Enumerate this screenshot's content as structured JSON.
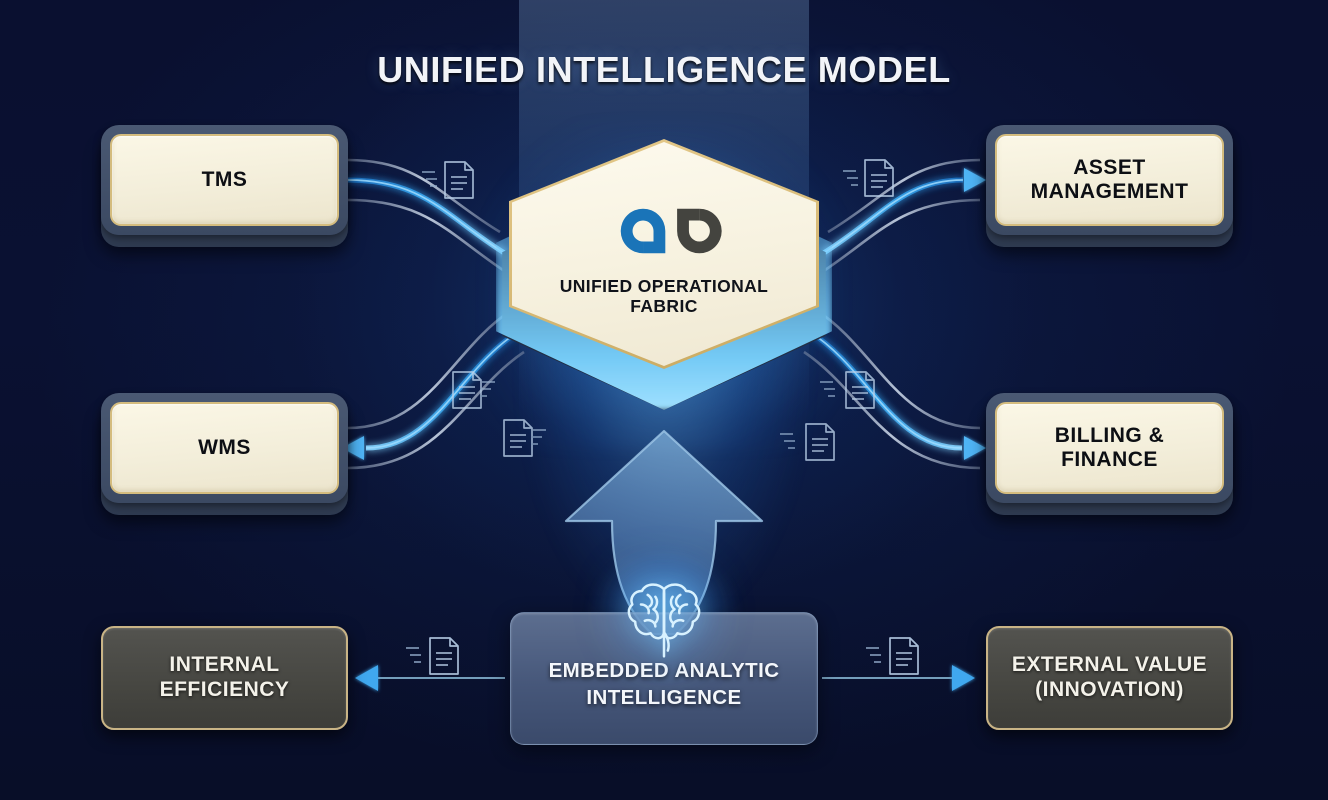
{
  "title": "UNIFIED INTELLIGENCE MODEL",
  "colors": {
    "background": "#0a1130",
    "accent_cyan": "#4fb4f5",
    "flow_blue": "#2f9de8",
    "node_cream": "#f7f2e0",
    "node_gold_border": "#d4bc7e",
    "node_base_slate": "#3b4962",
    "dark_node_fill": "#464641",
    "logo_blue": "#1a74b8",
    "logo_gray": "#44443f",
    "title_text": "#f2f4f8"
  },
  "core": {
    "label": "UNIFIED OPERATIONAL\nFABRIC",
    "logo_name": "interlocking-c-rings-logo",
    "shape": "hexagon"
  },
  "nodes": {
    "top_left": {
      "label": "TMS",
      "name": "tms"
    },
    "mid_left": {
      "label": "WMS",
      "name": "wms"
    },
    "top_right": {
      "label": "ASSET\nMANAGEMENT",
      "name": "asset-management"
    },
    "mid_right": {
      "label": "BILLING &\nFINANCE",
      "name": "billing-finance"
    },
    "bottom_left": {
      "label": "INTERNAL\nEFFICIENCY",
      "name": "internal-efficiency"
    },
    "bottom_right": {
      "label": "EXTERNAL VALUE\n(INNOVATION)",
      "name": "external-value-innovation"
    }
  },
  "analytics": {
    "label": "EMBEDDED ANALYTIC\nINTELLIGENCE",
    "icon": "brain-icon"
  },
  "flows": [
    {
      "from": "tms",
      "to": "core",
      "direction": "right",
      "icon": "document-flow-icon"
    },
    {
      "from": "core",
      "to": "asset-management",
      "direction": "right",
      "icon": "document-flow-icon"
    },
    {
      "from": "core",
      "to": "wms",
      "direction": "left",
      "icon": "document-flow-icon"
    },
    {
      "from": "core",
      "to": "billing-finance",
      "direction": "right",
      "icon": "document-flow-icon"
    },
    {
      "from": "analytics",
      "to": "internal-efficiency",
      "direction": "left",
      "icon": "document-flow-icon"
    },
    {
      "from": "analytics",
      "to": "external-value-innovation",
      "direction": "right",
      "icon": "document-flow-icon"
    },
    {
      "from": "analytics",
      "to": "core",
      "direction": "up",
      "icon": "large-up-arrow"
    }
  ]
}
